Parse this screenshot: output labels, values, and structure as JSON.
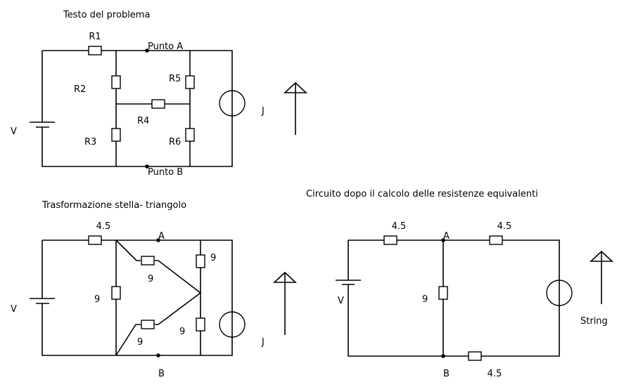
{
  "circuit1": {
    "title": "Testo del problema",
    "labels": {
      "r1": "R1",
      "r2": "R2",
      "r3": "R3",
      "r4": "R4",
      "r5": "R5",
      "r6": "R6",
      "v": "V",
      "j": "J",
      "a": "Punto A",
      "b": "Punto B"
    }
  },
  "circuit2": {
    "title": "Trasformazione stella- triangolo",
    "labels": {
      "r_series": "4.5",
      "r_left": "9",
      "r_tri_top": "9",
      "r_tri_bottom": "9",
      "r_right_top": "9",
      "r_right_bottom": "9",
      "v": "V",
      "j": "J",
      "a": "A",
      "b": "B"
    }
  },
  "circuit3": {
    "title": "Circuito dopo il calcolo delle resistenze equivalenti",
    "labels": {
      "r_top_left": "4.5",
      "r_top_right": "4.5",
      "r_middle": "9",
      "r_bottom": "4.5",
      "v": "V",
      "a": "A",
      "b": "B",
      "source": "String"
    }
  }
}
